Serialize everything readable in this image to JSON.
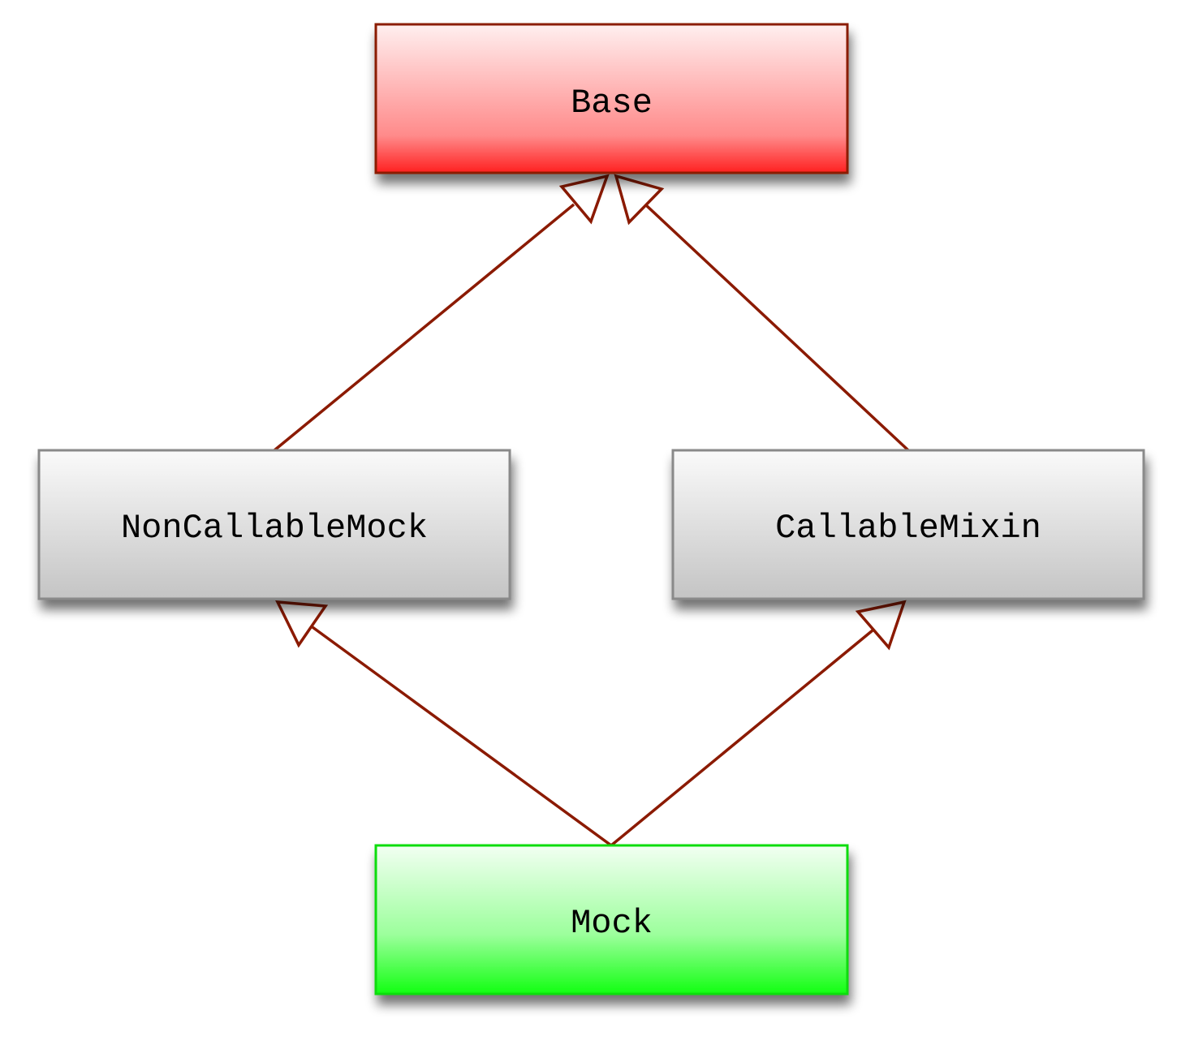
{
  "nodes": {
    "base": {
      "label": "Base",
      "role": "parent",
      "fill_top": "#ffefef",
      "fill_bottom": "#ff2020",
      "stroke": "#8b1a00"
    },
    "non_callable_mock": {
      "label": "NonCallableMock",
      "role": "intermediate",
      "fill_top": "#fafafa",
      "fill_bottom": "#c4c4c4",
      "stroke": "#8a8a8a"
    },
    "callable_mixin": {
      "label": "CallableMixin",
      "role": "intermediate",
      "fill_top": "#fafafa",
      "fill_bottom": "#c4c4c4",
      "stroke": "#8a8a8a"
    },
    "mock": {
      "label": "Mock",
      "role": "child",
      "fill_top": "#f2fff2",
      "fill_bottom": "#12ff12",
      "stroke": "#10dd10"
    }
  },
  "edges": [
    {
      "from": "non_callable_mock",
      "to": "base",
      "type": "inheritance"
    },
    {
      "from": "callable_mixin",
      "to": "base",
      "type": "inheritance"
    },
    {
      "from": "mock",
      "to": "non_callable_mock",
      "type": "inheritance"
    },
    {
      "from": "mock",
      "to": "callable_mixin",
      "type": "inheritance"
    }
  ],
  "colors": {
    "edge": "#8b1a00"
  }
}
